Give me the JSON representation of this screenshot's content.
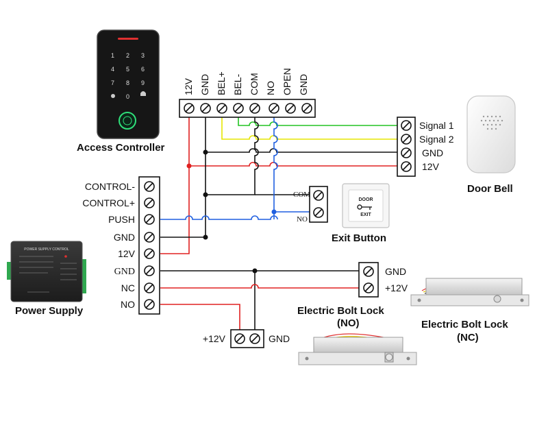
{
  "access_controller": {
    "title": "Access Controller",
    "keypad": [
      "1",
      "2",
      "3",
      "4",
      "5",
      "6",
      "7",
      "8",
      "9",
      "0"
    ],
    "terminals": [
      "12V",
      "GND",
      "BEL+",
      "BEL-",
      "COM",
      "NO",
      "OPEN",
      "GND"
    ]
  },
  "door_bell": {
    "title": "Door Bell",
    "terminals": [
      "Signal 1",
      "Signal 2",
      "GND",
      "12V"
    ]
  },
  "exit_button": {
    "title": "Exit Button",
    "plate_text_1": "DOOR",
    "plate_text_2": "EXIT",
    "terminals": [
      "COM",
      "NO"
    ]
  },
  "power_supply": {
    "title": "Power Supply",
    "device_header": "POWER SUPPLY CONTROL",
    "terminals": [
      "CONTROL-",
      "CONTROL+",
      "PUSH",
      "GND",
      "12V",
      "GND",
      "NC",
      "NO"
    ]
  },
  "bolt_lock_no": {
    "title_line1": "Electric Bolt Lock",
    "title_line2": "(NO)",
    "terminals": [
      "+12V",
      "GND"
    ]
  },
  "bolt_lock_nc": {
    "title_line1": "Electric Bolt Lock",
    "title_line2": "(NC)",
    "terminals": [
      "GND",
      "+12V"
    ]
  },
  "wire_colors": {
    "red": "#e02020",
    "black": "#111111",
    "yellow": "#e6e600",
    "green": "#22c422",
    "blue": "#1f5fe0"
  }
}
